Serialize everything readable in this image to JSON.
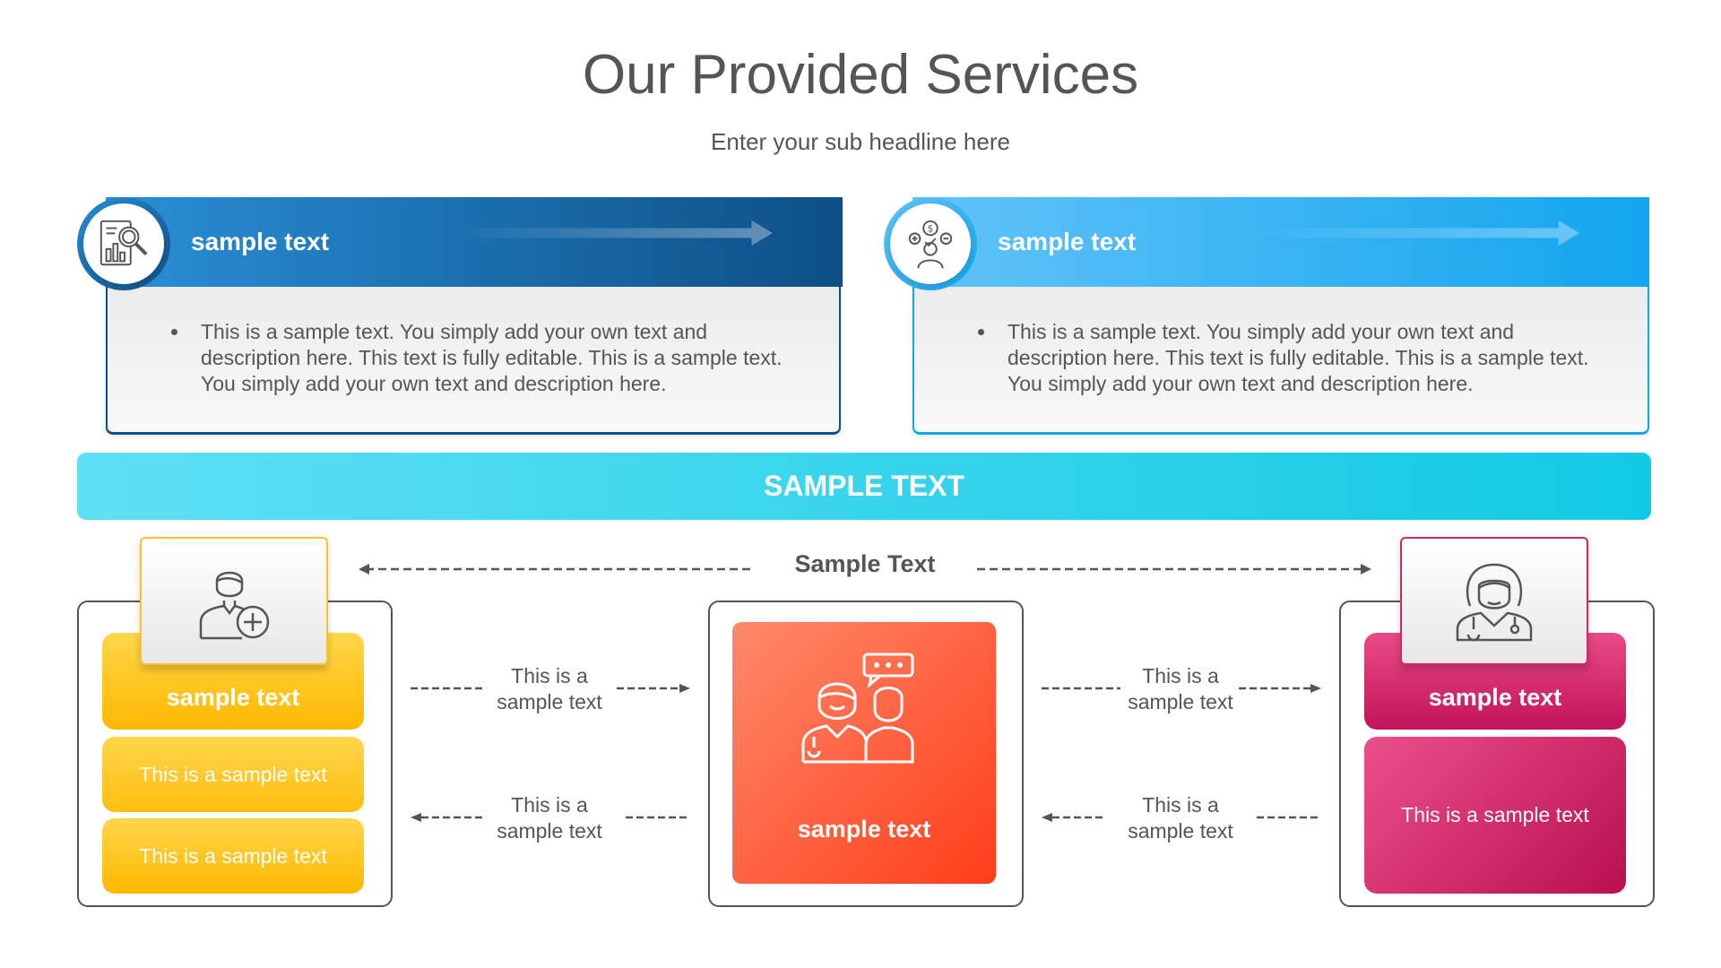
{
  "header": {
    "title": "Our Provided Services",
    "subtitle": "Enter your sub headline here"
  },
  "cards": [
    {
      "title": "sample text",
      "icon": "analytics-report-magnifier-icon",
      "bullet": "This is a sample text. You simply add your own text and description here. This text is fully editable. This is a sample text. You simply add your own text and description here.",
      "color_start": "#2a8fd6",
      "color_end": "#0d4f87"
    },
    {
      "title": "sample text",
      "icon": "financial-consultant-icon",
      "bullet": "This is a sample text. You simply add your own text and description here. This text is fully editable. This is a sample text. You simply add your own text and description here.",
      "color_start": "#62c3f8",
      "color_end": "#12a5ee"
    }
  ],
  "banner": {
    "label": "SAMPLE TEXT"
  },
  "flow": {
    "top_label": "Sample Text",
    "left_upper": "This is a sample text",
    "left_lower": "This is a sample text",
    "right_upper": "This is a sample text",
    "right_lower": "This is a sample text"
  },
  "left_panel": {
    "icon": "add-user-icon",
    "title": "sample text",
    "items": [
      "This is a sample text",
      "This is a sample text"
    ],
    "accent": "#ffb800"
  },
  "center_panel": {
    "icon": "doctor-patient-chat-icon",
    "title": "sample text",
    "accent": "#ff4e2a"
  },
  "right_panel": {
    "icon": "female-doctor-icon",
    "title": "sample text",
    "items": [
      "This is a sample text"
    ],
    "accent": "#c2155a"
  }
}
